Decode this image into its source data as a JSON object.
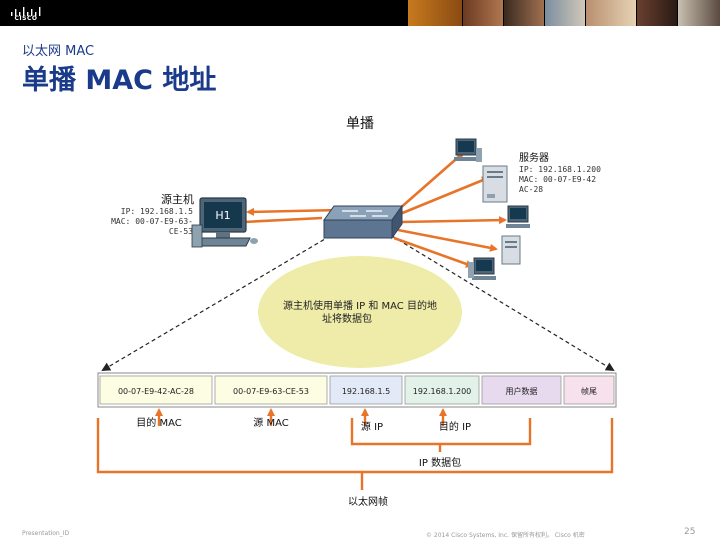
{
  "header": {
    "logo_text": "CISCO",
    "subtitle": "以太网 MAC",
    "title": "单播 MAC 地址"
  },
  "diagram": {
    "caption": "单播",
    "host_label": "源主机",
    "host_ip": "IP: 192.168.1.5",
    "host_mac_1": "MAC: 00-07-E9-63-",
    "host_mac_2": "CE-53",
    "host_screen": "H1",
    "server_label": "服务器",
    "server_ip": "IP: 192.168.1.200",
    "server_mac_1": "MAC: 00-07-E9-42",
    "server_mac_2": "AC-28",
    "bubble_line1": "源主机使用单播 IP 和 MAC 目的地",
    "bubble_line2": "址将数据包",
    "frame_fields": [
      "00-07-E9-42-AC-28",
      "00-07-E9-63-CE-53",
      "192.168.1.5",
      "192.168.1.200",
      "用户数据",
      "帧尾"
    ],
    "frame_colors": [
      "#fdfde4",
      "#fdfde4",
      "#e2e9f7",
      "#e2f2e9",
      "#e7d9ee",
      "#f7e1ec"
    ],
    "label_dest_mac": "目的 MAC",
    "label_src_mac": "源 MAC",
    "label_src_ip": "源 IP",
    "label_dest_ip": "目的 IP",
    "label_ip_packet": "IP 数据包",
    "label_ethernet_frame": "以太网帧",
    "accent_orange": "#e8742a",
    "bubble_color": "#eeeca8"
  },
  "footer": {
    "left": "Presentation_ID",
    "center": "© 2014 Cisco Systems, Inc. 保留所有权利。 Cisco 机密",
    "page": "25"
  }
}
